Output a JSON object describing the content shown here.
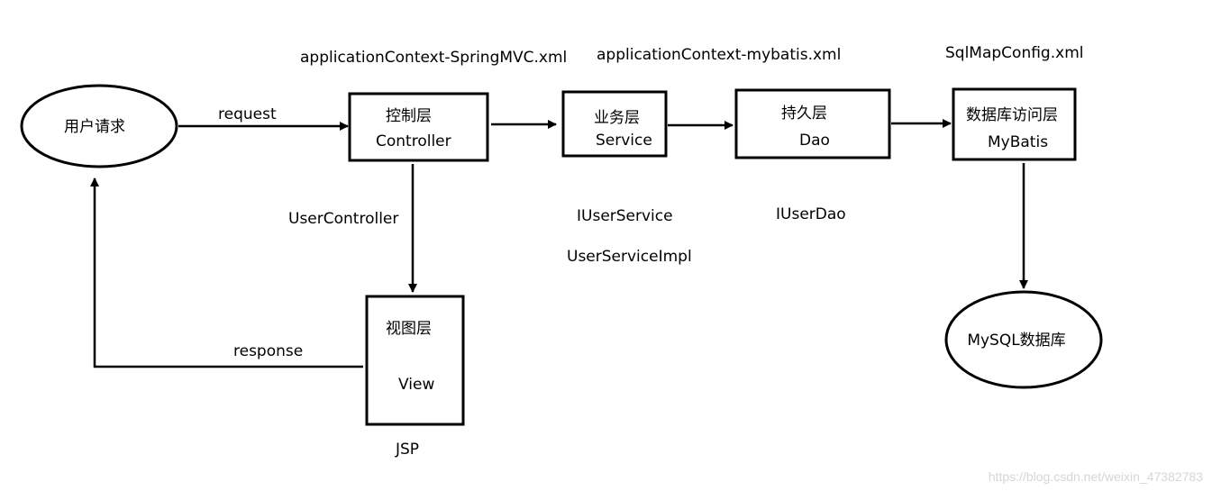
{
  "nodes": {
    "user_request": {
      "text": "用户请求"
    },
    "controller": {
      "line1": "控制层",
      "line2": "Controller"
    },
    "service": {
      "line1": "业务层",
      "line2": "Service"
    },
    "dao": {
      "line1": "持久层",
      "line2": "Dao"
    },
    "mybatis": {
      "line1": "数据库访问层",
      "line2": "MyBatis"
    },
    "view": {
      "line1": "视图层",
      "line2": "View"
    },
    "mysql": {
      "text": "MySQL数据库"
    }
  },
  "config_files": {
    "springmvc": "applicationContext-SpringMVC.xml",
    "mybatis": "applicationContext-mybatis.xml",
    "sqlmap": "SqlMapConfig.xml"
  },
  "edge_labels": {
    "request": "request",
    "response": "response"
  },
  "annotations": {
    "user_controller": "UserController",
    "iuser_service": "IUserService",
    "user_service_impl": "UserServiceImpl",
    "iuser_dao": "IUserDao",
    "jsp": "JSP"
  },
  "watermark": "https://blog.csdn.net/weixin_47382783"
}
